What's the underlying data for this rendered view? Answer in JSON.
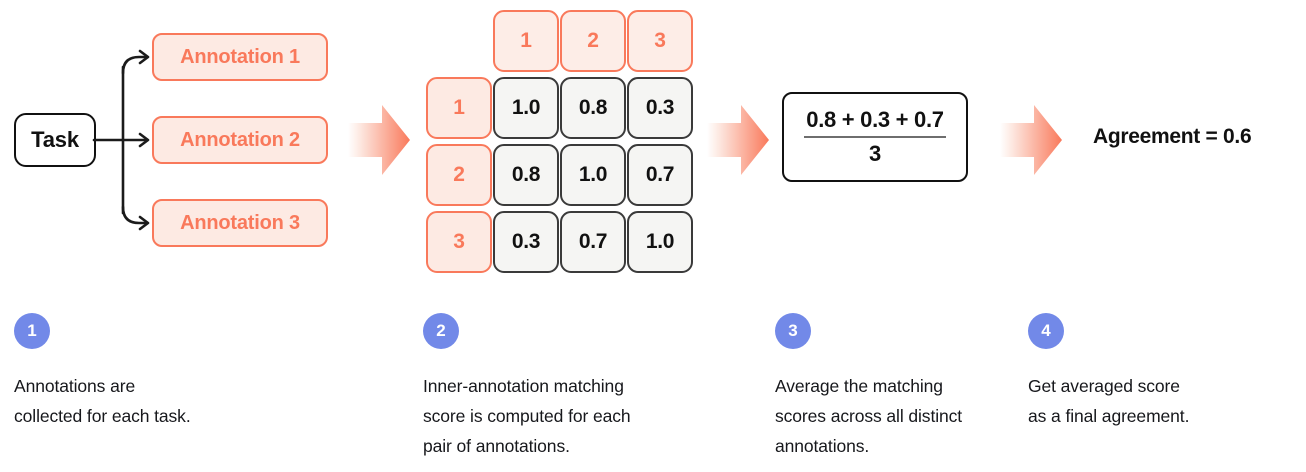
{
  "diagram": {
    "title": "Annotation agreement computation flow",
    "colors": {
      "coral": "#F9795B",
      "coral_fill": "#FDEAE3",
      "coral_fill_light": "#FDEDE7",
      "cell_fill": "#F5F5F3",
      "cell_border": "#3A3A3A",
      "ink": "#111111",
      "step_blue": "#7289E8"
    }
  },
  "task": {
    "label": "Task"
  },
  "annotations": [
    {
      "label": "Annotation 1"
    },
    {
      "label": "Annotation 2"
    },
    {
      "label": "Annotation 3"
    }
  ],
  "matrix": {
    "column_headers": [
      "1",
      "2",
      "3"
    ],
    "row_labels": [
      "1",
      "2",
      "3"
    ],
    "rows": [
      [
        "1.0",
        "0.8",
        "0.3"
      ],
      [
        "0.8",
        "1.0",
        "0.7"
      ],
      [
        "0.3",
        "0.7",
        "1.0"
      ]
    ]
  },
  "formula": {
    "numerator": "0.8 + 0.3 + 0.7",
    "denominator": "3"
  },
  "result": {
    "text": "Agreement = 0.6"
  },
  "arrows": {
    "arrow_1_name": "task-to-matrix",
    "arrow_2_name": "matrix-to-formula",
    "arrow_3_name": "formula-to-result"
  },
  "steps": [
    {
      "number": "1",
      "text": "Annotations are\ncollected for each task."
    },
    {
      "number": "2",
      "text": "Inner-annotation matching\nscore is computed for each\npair of annotations."
    },
    {
      "number": "3",
      "text": "Average the matching\nscores across all distinct\nannotations."
    },
    {
      "number": "4",
      "text": "Get averaged score\nas a final agreement."
    }
  ]
}
